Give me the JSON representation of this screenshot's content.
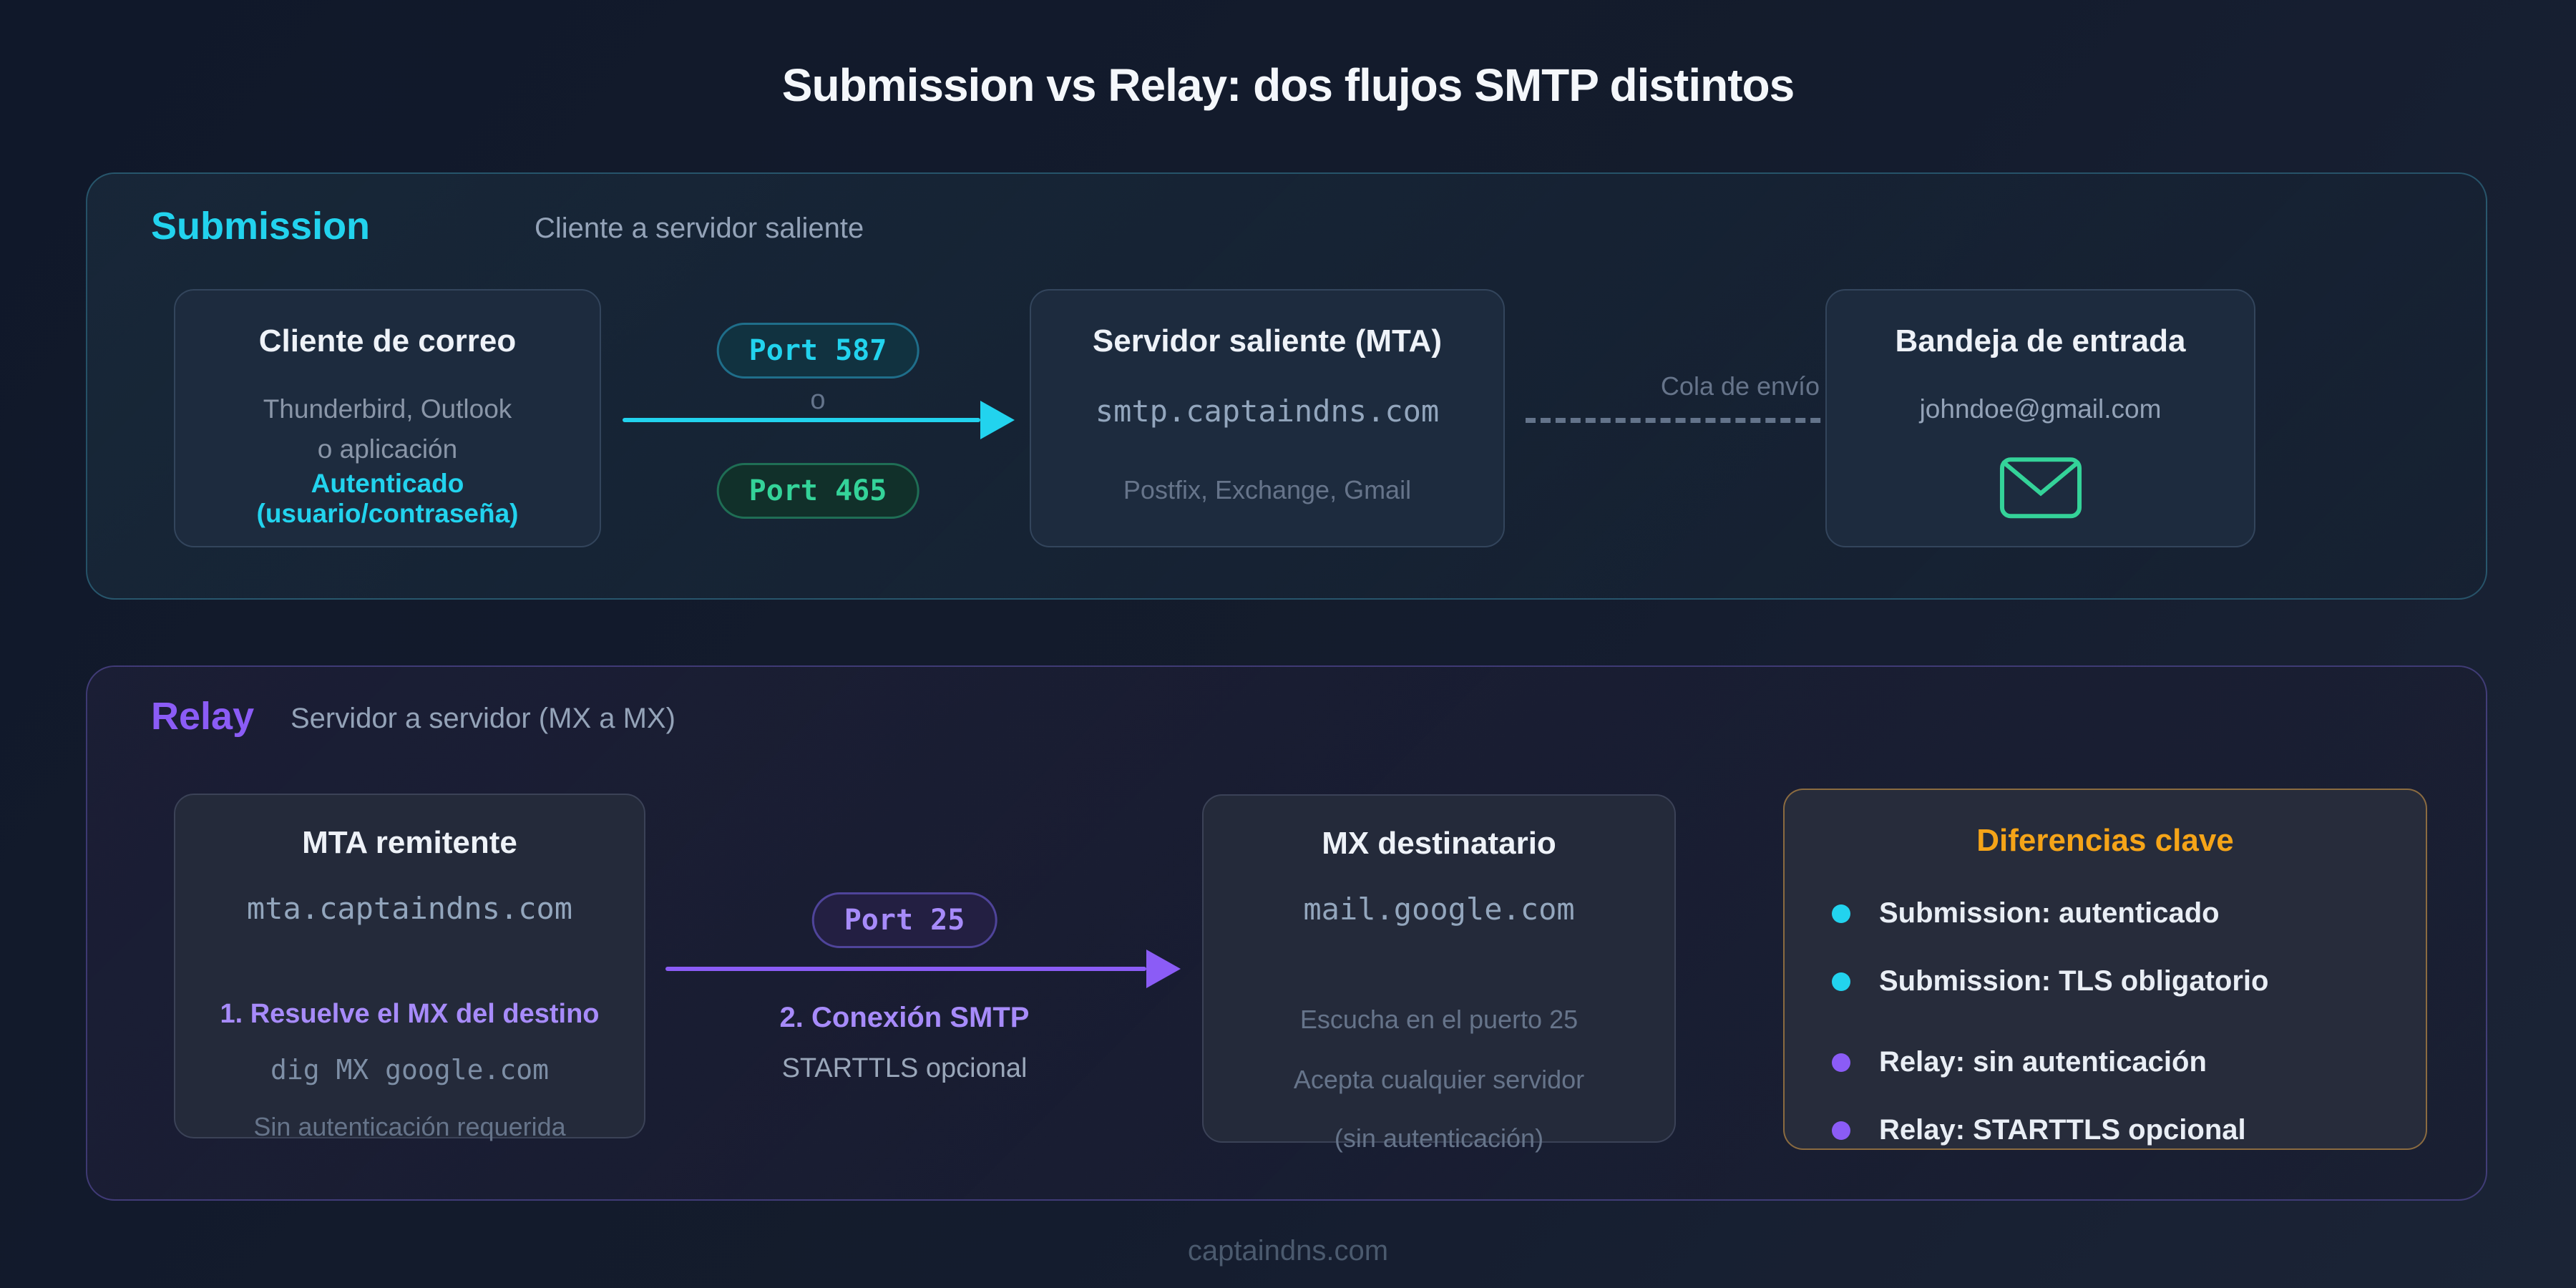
{
  "title": "Submission vs Relay: dos flujos SMTP distintos",
  "colors": {
    "accent_cyan": "#22d3ee",
    "accent_green": "#34d399",
    "accent_purple": "#8b5cf6",
    "accent_purple_light": "#a78bfa",
    "accent_orange": "#f5a418"
  },
  "submission": {
    "label": "Submission",
    "subtitle": "Cliente a servidor saliente",
    "client_box": {
      "title": "Cliente de correo",
      "line1": "Thunderbird, Outlook",
      "line2": "o aplicación",
      "auth": "Autenticado (usuario/contraseña)"
    },
    "port_badge_top": "Port 587",
    "or_label": "o",
    "port_badge_bottom": "Port 465",
    "server_box": {
      "title": "Servidor saliente (MTA)",
      "host": "smtp.captaindns.com",
      "examples": "Postfix, Exchange, Gmail"
    },
    "queue_label": "Cola de envío",
    "inbox_box": {
      "title": "Bandeja de entrada",
      "email": "johndoe@gmail.com",
      "icon": "envelope-icon"
    }
  },
  "relay": {
    "label": "Relay",
    "subtitle": "Servidor a servidor (MX a MX)",
    "sender_box": {
      "title": "MTA remitente",
      "host": "mta.captaindns.com",
      "step1": "1. Resuelve el MX del destino",
      "command": "dig MX google.com",
      "note": "Sin autenticación requerida"
    },
    "port_badge": "Port 25",
    "step2": "2. Conexión SMTP",
    "step2_note": "STARTTLS opcional",
    "mx_box": {
      "title": "MX destinatario",
      "host": "mail.google.com",
      "line1": "Escucha en el puerto 25",
      "line2": "Acepta cualquier servidor",
      "line3": "(sin autenticación)"
    },
    "differences": {
      "title": "Diferencias clave",
      "items": [
        {
          "label": "Submission: autenticado",
          "color": "cyan"
        },
        {
          "label": "Submission: TLS obligatorio",
          "color": "cyan"
        },
        {
          "label": "Relay: sin autenticación",
          "color": "purple"
        },
        {
          "label": "Relay: STARTTLS opcional",
          "color": "purple"
        }
      ]
    }
  },
  "footer": "captaindns.com"
}
